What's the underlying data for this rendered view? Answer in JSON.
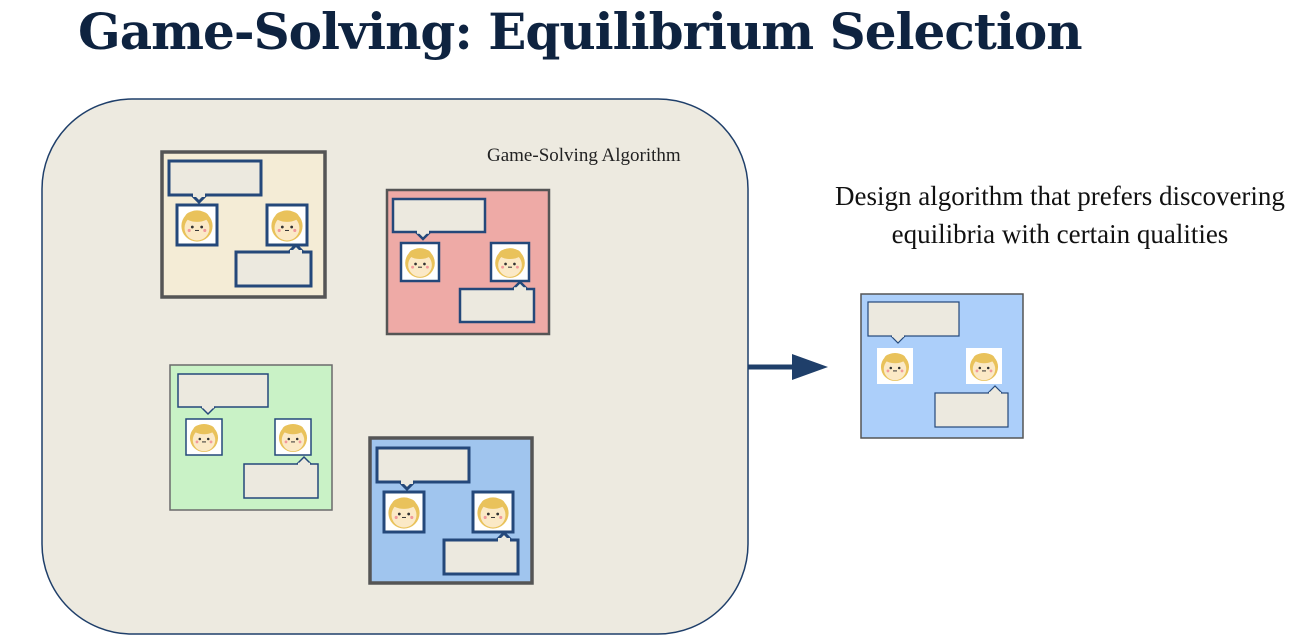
{
  "title": "Game-Solving: Equilibrium Selection",
  "algorithm_label": "Game-Solving Algorithm",
  "description_lines": [
    "Design algorithm that prefers discovering",
    "equilibria with certain qualities"
  ],
  "colors": {
    "title": "#0e2340",
    "algorithm_box_fill": "#edeae0",
    "algorithm_box_border": "#1f3f6a",
    "arrow": "#1f3f6a",
    "bubble_border": "#24487a",
    "bubble_fill": "#ece9df",
    "face_skin": "#fbe9c6",
    "face_hair": "#e9c25b",
    "game_beige": "#f4ecd6",
    "game_pink": "#eeaaa6",
    "game_green": "#c9f2c6",
    "game_blue": "#a0c5ee",
    "game_selected": "#accffa"
  },
  "games": [
    {
      "id": "game-beige",
      "fill_key": "game_beige",
      "border": "#555555"
    },
    {
      "id": "game-pink",
      "fill_key": "game_pink",
      "border": "#555555"
    },
    {
      "id": "game-green",
      "fill_key": "game_green",
      "border": "#6b6b6b"
    },
    {
      "id": "game-blue",
      "fill_key": "game_blue",
      "border": "#555555"
    },
    {
      "id": "game-selected",
      "fill_key": "game_selected",
      "border": "#555555"
    }
  ]
}
